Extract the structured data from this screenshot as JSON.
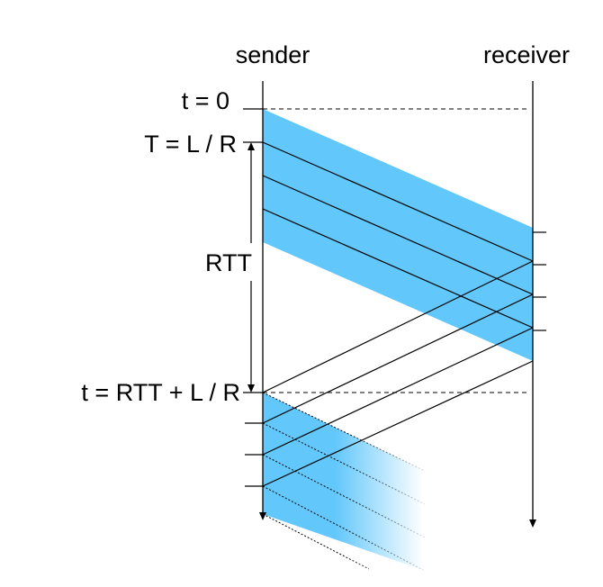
{
  "title": "",
  "labels": {
    "sender": "sender",
    "receiver": "receiver",
    "t0": "t = 0",
    "transmission_time": "T = L / R",
    "rtt": "RTT",
    "t_rtt": "t = RTT + L / R"
  },
  "colors": {
    "packet_fill": "#62c7fb",
    "packet_fill_light": "#e6f6ff",
    "line": "#000000",
    "background": "#ffffff"
  },
  "packets_in_first_window": 4,
  "packets_in_second_window": 4,
  "acks_returned": 4
}
